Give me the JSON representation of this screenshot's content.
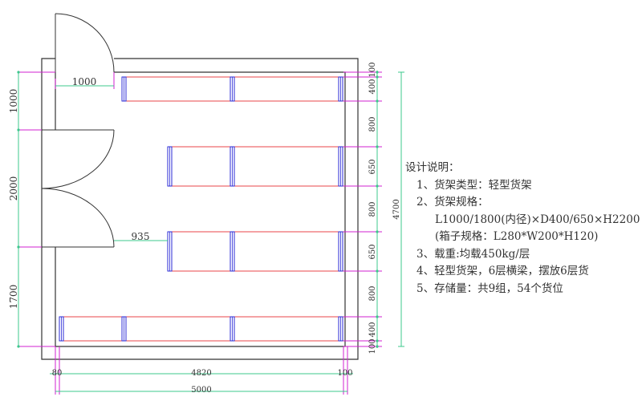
{
  "colors": {
    "wall": "#333333",
    "shelf_beam": "#e8454a",
    "shelf_upright": "#2a2ad6",
    "dimension": "#3cc88c",
    "extension": "#d020d0"
  },
  "dimensions": {
    "left": [
      "1000",
      "2000",
      "1700"
    ],
    "right": [
      "100",
      "400",
      "800",
      "650",
      "800",
      "650",
      "800",
      "400",
      "100"
    ],
    "right_total": "4700",
    "bottom": [
      "80",
      "4820",
      "100"
    ],
    "bottom_total": "5000",
    "door_width": "1000",
    "aisle": "935"
  },
  "notes": {
    "title": "设计说明：",
    "item1": "1、货架类型：轻型货架",
    "item2": "2、货架规格：",
    "item2_spec": "L1000/1800(内径)×D400/650×H2200",
    "item2_box": "(箱子规格：L280*W200*H120)",
    "item3": "3、载重:均载450kg/层",
    "item4": "4、轻型货架，6层横梁，摆放6层货",
    "item5": "5、存储量：共9组，54个货位"
  }
}
